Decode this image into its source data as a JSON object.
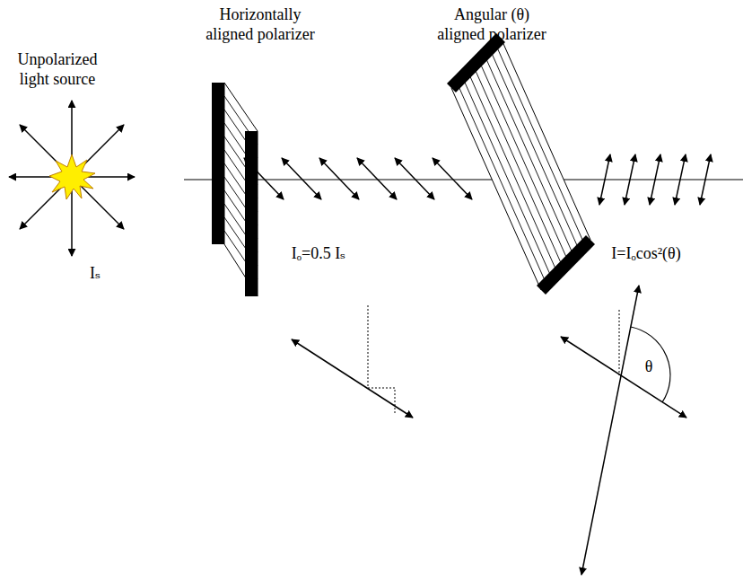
{
  "diagram": {
    "labels": [
      "Unpolarized light source",
      "Horizontally aligned polarizer",
      "Angular (θ) aligned polarizer",
      "Iₛ",
      "Iₒ=0.5 Iₛ",
      "I=Iₒcos²(θ)",
      "θ"
    ]
  }
}
